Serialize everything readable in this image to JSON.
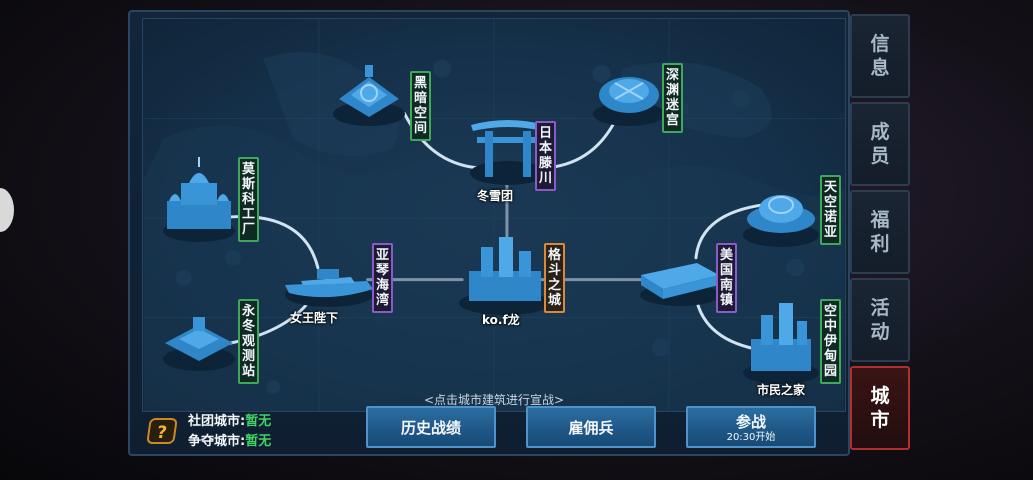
{
  "hint": "<点击城市建筑进行宣战>",
  "labels": {
    "heian": "黑暗空间",
    "shenyuan": "深渊迷宫",
    "riben": "日本滕川",
    "mosike": "莫斯科工厂",
    "yaqin": "亚琴海湾",
    "gedou": "格斗之城",
    "yongdong": "永冬观测站",
    "tiankong": "天空诺亚",
    "meiguo": "美国南镇",
    "kongzhong": "空中伊甸园"
  },
  "cities": {
    "dongxuetuan": "冬雪团",
    "nvwang": "女王陛下",
    "kof": "ko.f龙",
    "shimin": "市民之家"
  },
  "status": {
    "club_city_label": "社团城市:",
    "club_city_value": "暂无",
    "contest_city_label": "争夺城市:",
    "contest_city_value": "暂无"
  },
  "help_icon": "question-icon",
  "buttons": {
    "history": "历史战绩",
    "mercenary": "雇佣兵",
    "join": "参战",
    "join_time": "20:30开始"
  },
  "tabs": [
    "信息",
    "成员",
    "福利",
    "活动",
    "城市"
  ],
  "active_tab": "城市",
  "colors": {
    "green_label": "#3fa85a",
    "purple_label": "#8a5cc8",
    "orange_label": "#d8893a",
    "active_tab": "#b03030",
    "value_green": "#3fd264"
  }
}
